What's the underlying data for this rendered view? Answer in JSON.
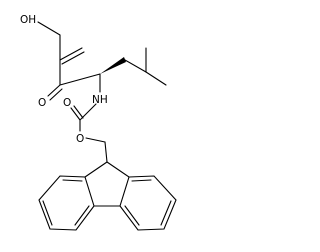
{
  "structure": {
    "atoms": {
      "hydroxyl": "OH",
      "ketone_oxygen": "O",
      "amide_nitrogen": "NH",
      "carbamate_carbonyl_oxygen": "O",
      "carbamate_ester_oxygen": "O"
    }
  }
}
